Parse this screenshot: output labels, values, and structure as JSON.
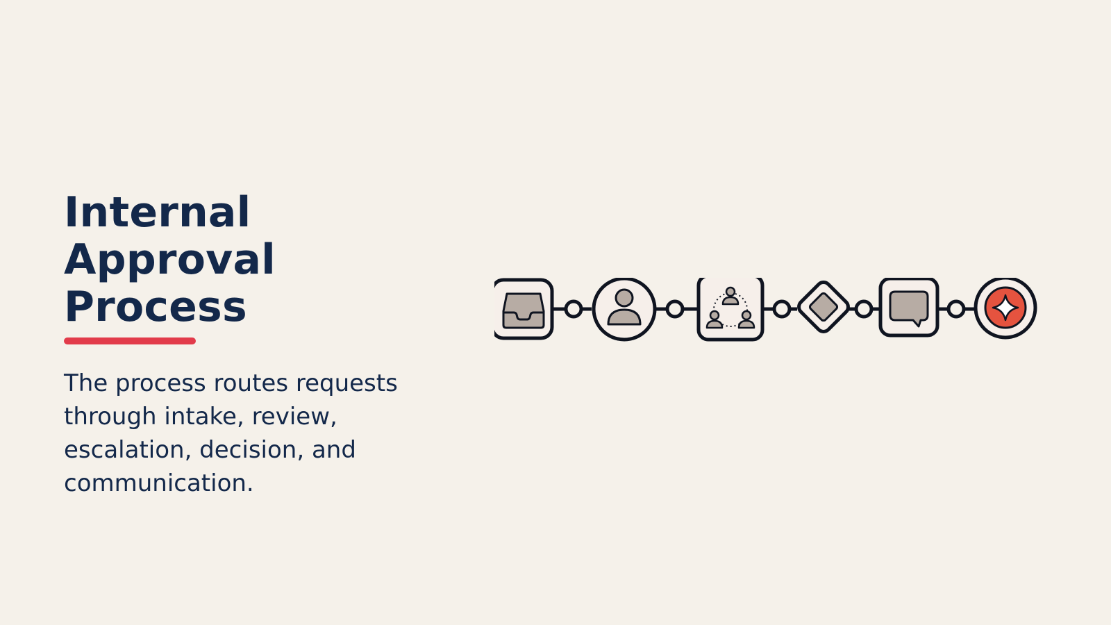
{
  "slide": {
    "title_line1": "Internal Approval",
    "title_line2": "Process",
    "description": "The process routes requests through intake, review, escalation, decision, and communication."
  },
  "colors": {
    "background": "#F5F1EA",
    "text": "#13284A",
    "accent": "#E23B4A",
    "icon_fill": "#B7ACA4",
    "node_fill": "#F6EFEA",
    "outline": "#0F1420",
    "final_red": "#E5533F"
  },
  "steps": [
    {
      "id": "intake",
      "icon": "inbox-tray-icon",
      "shape": "rounded-square"
    },
    {
      "id": "review",
      "icon": "user-icon",
      "shape": "circle"
    },
    {
      "id": "escalation",
      "icon": "team-cycle-icon",
      "shape": "rounded-square"
    },
    {
      "id": "decision",
      "icon": "decision-diamond-icon",
      "shape": "diamond"
    },
    {
      "id": "communication",
      "icon": "speech-bubble-icon",
      "shape": "rounded-square"
    },
    {
      "id": "final",
      "icon": "sparkle-icon",
      "shape": "circle-accent"
    }
  ]
}
